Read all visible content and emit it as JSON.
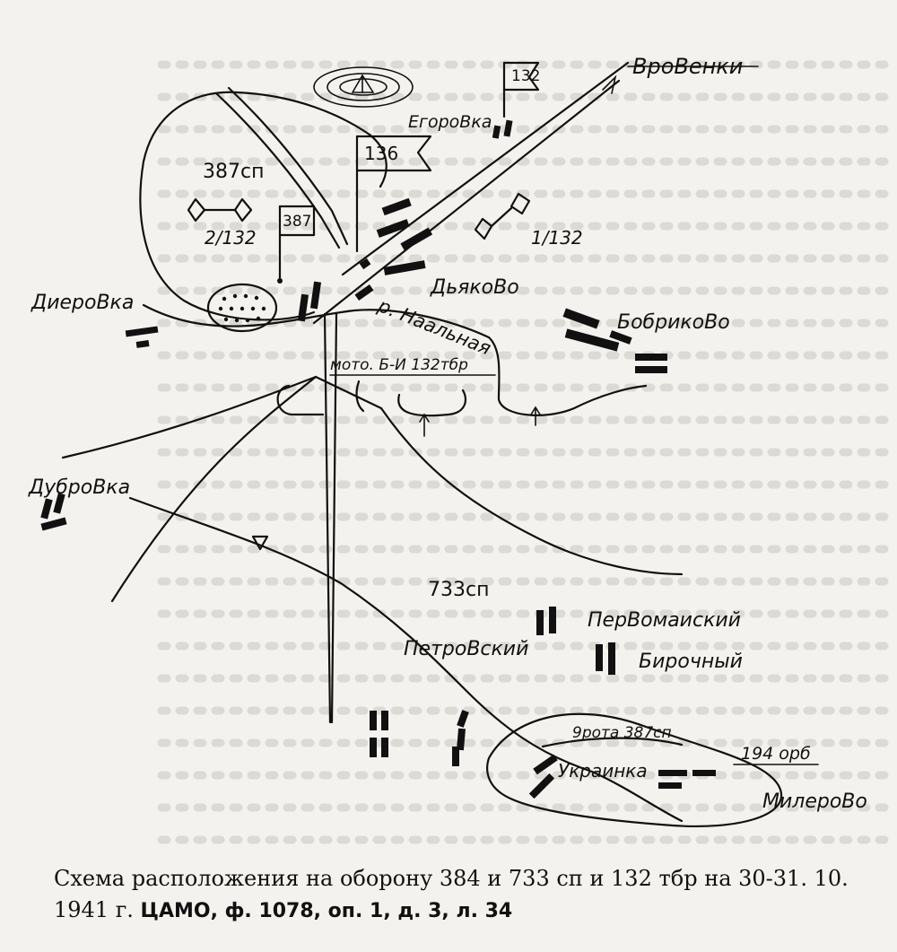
{
  "map": {
    "places": {
      "vroventsy": "ВроВенки",
      "egorovka": "ЕгороВка",
      "dyakovo": "ДьякоВо",
      "bobrikovo": "БобрикоВо",
      "dierovka": "ДиероВка",
      "dubrovka": "ДуброВка",
      "pervomaysky": "ПерВомаиский",
      "petrovsky": "ПетроВский",
      "birochny": "Бирочный",
      "ukrainka": "Украинка",
      "millerovo": "МилероВо"
    },
    "river": "р. Наальная",
    "units": {
      "flag_132": "132",
      "flag_136": "136",
      "flag_387": "387",
      "regiment_387": "387сп",
      "bn_2_132": "2/132",
      "bn_1_132": "1/132",
      "moto_bn": "мото. Б-И 132тбр",
      "regiment_733": "733сп",
      "company_9": "9рота 387сп",
      "ord_194": "194 орб"
    }
  },
  "caption": {
    "text": "Схема расположения на оборону 384 и 733 сп и 132 тбр на 30-31. 10. 1941 г. ",
    "reference": "ЦАМО, ф. 1078, оп. 1, д. 3, л. 34"
  }
}
